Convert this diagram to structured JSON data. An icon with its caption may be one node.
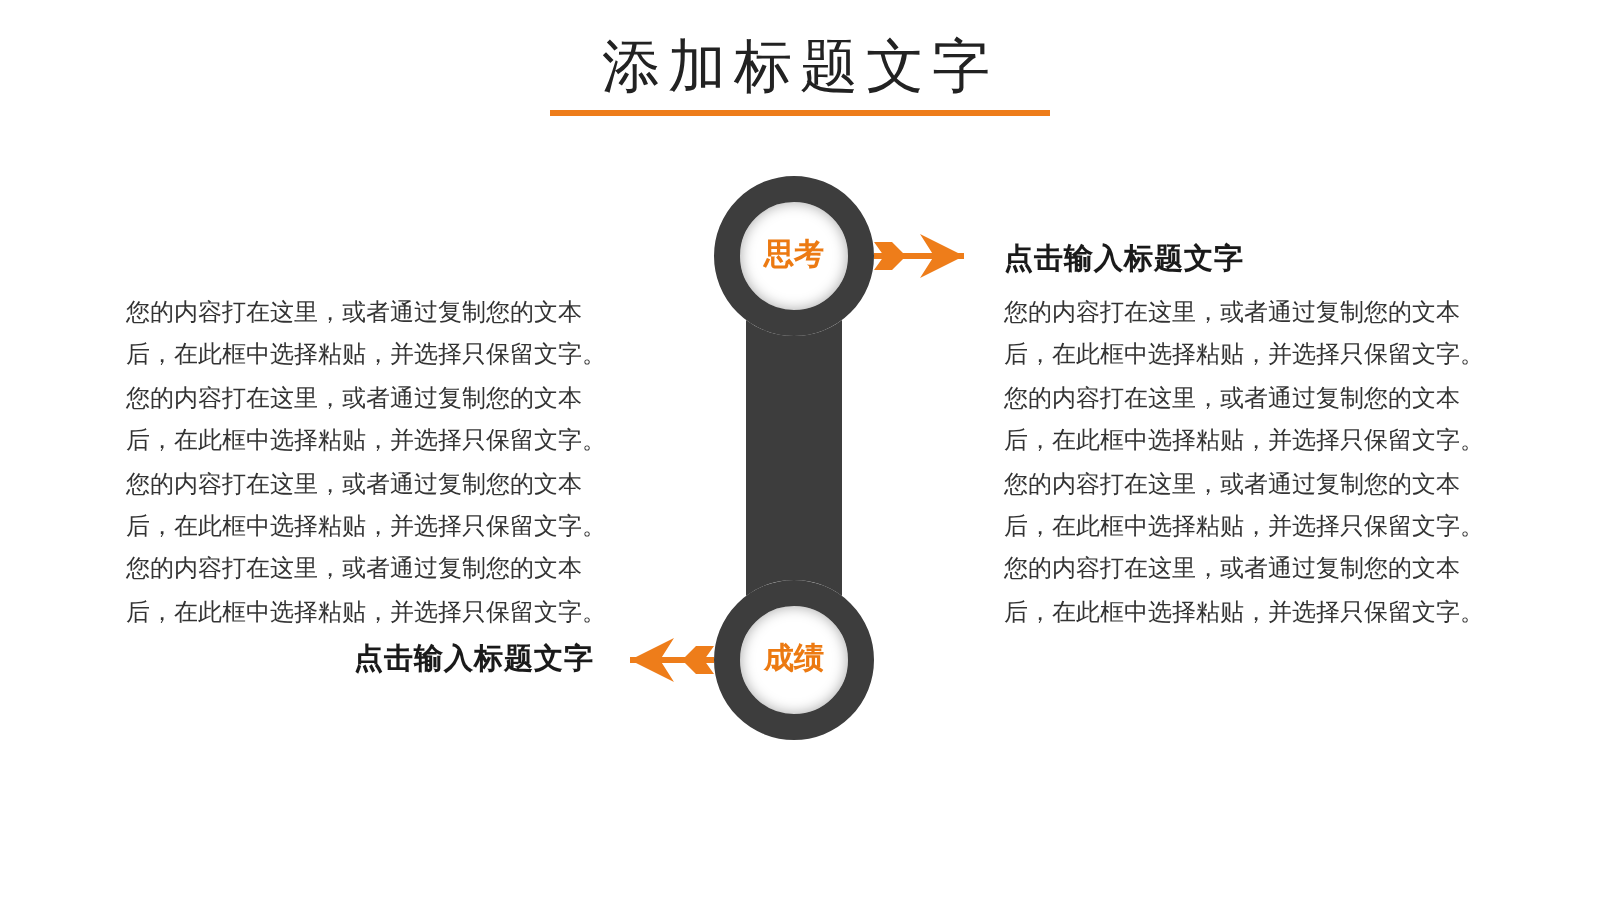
{
  "diagram": {
    "title": "添加标题文字",
    "nodes": [
      {
        "text": [
          "思考"
        ]
      },
      {
        "text": [
          "点击输入标题文字",
          "您的内容打在这里，或者通过复制您的文本后，在此框中选择粘贴，并选择只保留文字。您的内容打在这里，或者通过复制您的文本后，在此框中选择粘贴，并选择只保留文字。您的内容打在这里，或者通过复制您的文本后，在此框中选择粘贴，并选择只保留文字。您的内容打在这里，或者通过复制您的文本后，在此框中选择粘贴，并选择只保留文字。"
        ]
      },
      {
        "text": [
          "您的内容打在这里，或者通过复制您的文本后，在此框中选择粘贴，并选择只保留文字。您的内容打在这里，或者通过复制您的文本后，在此框中选择粘贴，并选择只保留文字。您的内容打在这里，或者通过复制您的文本后，在此框中选择粘贴，并选择只保留文字。您的内容打在这里，或者通过复制您的文本后，在此框中选择粘贴，并选择只保留文字。",
          "点击输入标题文字"
        ]
      },
      {
        "text": [
          "成绩"
        ]
      }
    ],
    "edges": [
      {
        "from": 0,
        "to": 1,
        "arrow": "to"
      },
      {
        "from": 0,
        "to": 3,
        "arrow": "none",
        "style": "thick",
        "color": "#3d3d3d"
      },
      {
        "from": 3,
        "to": 2,
        "arrow": "to"
      }
    ]
  }
}
